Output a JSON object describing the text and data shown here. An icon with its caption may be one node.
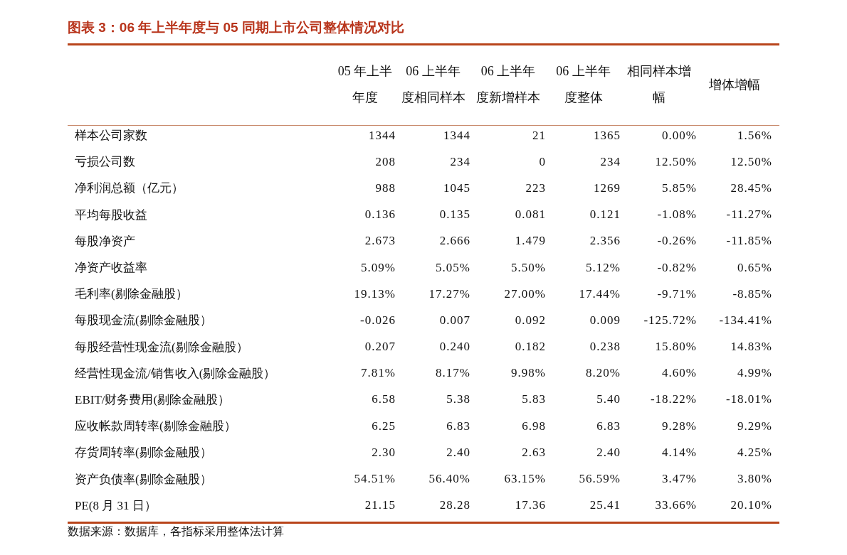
{
  "diagram": {
    "title": "图表 3：06 年上半年度与 05 同期上市公司整体情况对比",
    "caption": "数据来源：数据库，各指标采用整体法计算",
    "labels": [
      "05 年上半年度",
      "06 上半年度相同样本",
      "06 上半年度新增样本",
      "06 上半年度整体",
      "相同样本增幅",
      "增体增幅",
      "样本公司家数",
      "1344",
      "1344",
      "21",
      "1365",
      "0.00%",
      "1.56%",
      "亏损公司数",
      "208",
      "234",
      "0",
      "234",
      "12.50%",
      "12.50%",
      "净利润总额（亿元）",
      "988",
      "1045",
      "223",
      "1269",
      "5.85%",
      "28.45%",
      "平均每股收益",
      "0.136",
      "0.135",
      "0.081",
      "0.121",
      "-1.08%",
      "-11.27%",
      "每股净资产",
      "2.673",
      "2.666",
      "1.479",
      "2.356",
      "-0.26%",
      "-11.85%",
      "净资产收益率",
      "5.09%",
      "5.05%",
      "5.50%",
      "5.12%",
      "-0.82%",
      "0.65%",
      "毛利率(剔除金融股）",
      "19.13%",
      "17.27%",
      "27.00%",
      "17.44%",
      "-9.71%",
      "-8.85%",
      "每股现金流(剔除金融股）",
      "-0.026",
      "0.007",
      "0.092",
      "0.009",
      "-125.72%",
      "-134.41%",
      "每股经营性现金流(剔除金融股）",
      "0.207",
      "0.240",
      "0.182",
      "0.238",
      "15.80%",
      "14.83%",
      "经营性现金流/销售收入(剔除金融股）",
      "7.81%",
      "8.17%",
      "9.98%",
      "8.20%",
      "4.60%",
      "4.99%",
      "EBIT/财务费用(剔除金融股）",
      "6.58",
      "5.38",
      "5.83",
      "5.40",
      "-18.22%",
      "-18.01%",
      "应收帐款周转率(剔除金融股）",
      "6.25",
      "6.83",
      "6.98",
      "6.83",
      "9.28%",
      "9.29%",
      "存货周转率(剔除金融股）",
      "2.30",
      "2.40",
      "2.63",
      "2.40",
      "4.14%",
      "4.25%",
      "资产负债率(剔除金融股）",
      "54.51%",
      "56.40%",
      "63.15%",
      "56.59%",
      "3.47%",
      "3.80%",
      "PE(8 月 31 日）",
      "21.15",
      "28.28",
      "17.36",
      "25.41",
      "33.66%",
      "20.10%"
    ]
  }
}
